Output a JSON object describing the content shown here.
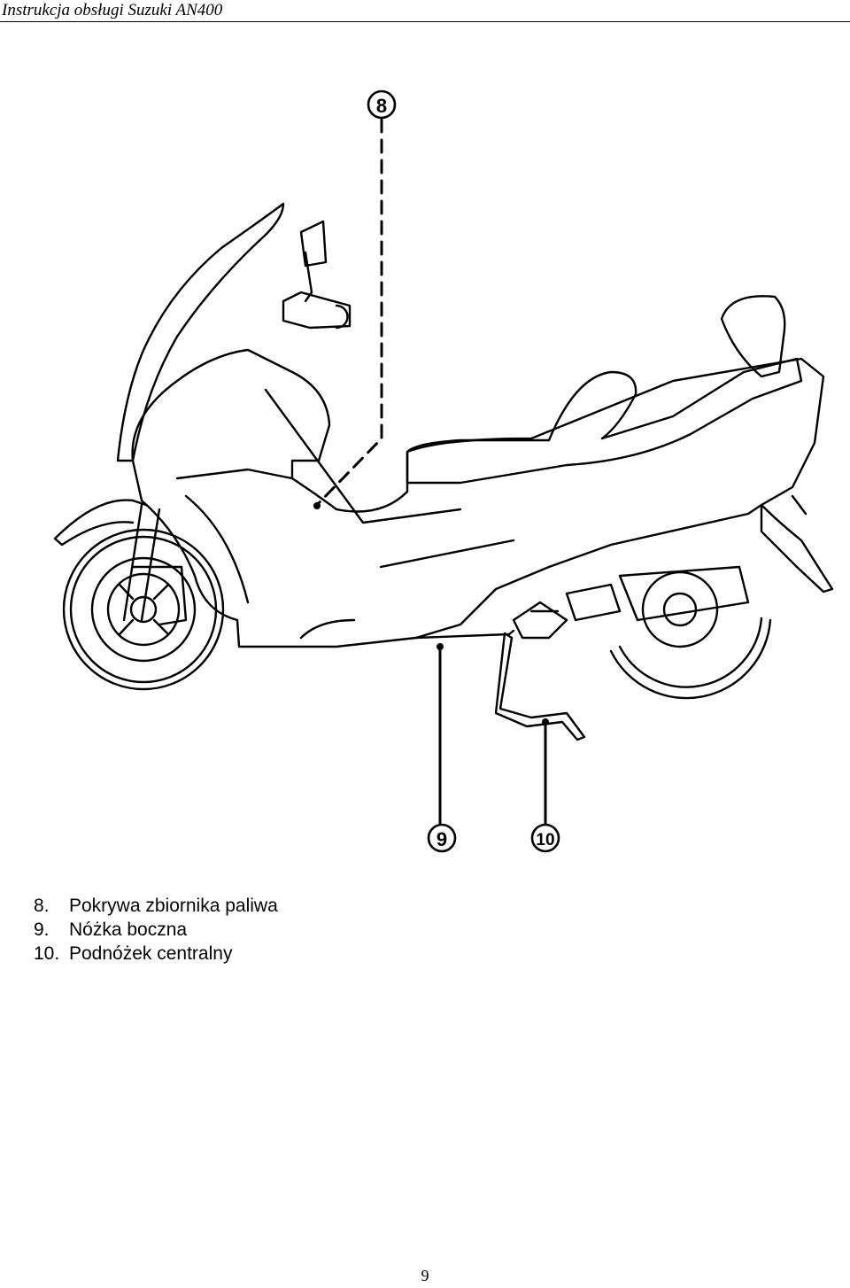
{
  "header": {
    "title": "Instrukcja obsługi Suzuki AN400"
  },
  "callouts": [
    "8",
    "9",
    "10"
  ],
  "legend": [
    {
      "num": "8.",
      "text": "Pokrywa zbiornika paliwa"
    },
    {
      "num": "9.",
      "text": "Nóżka boczna"
    },
    {
      "num": "10.",
      "text": "Podnóżek centralny"
    }
  ],
  "page_number": "9"
}
